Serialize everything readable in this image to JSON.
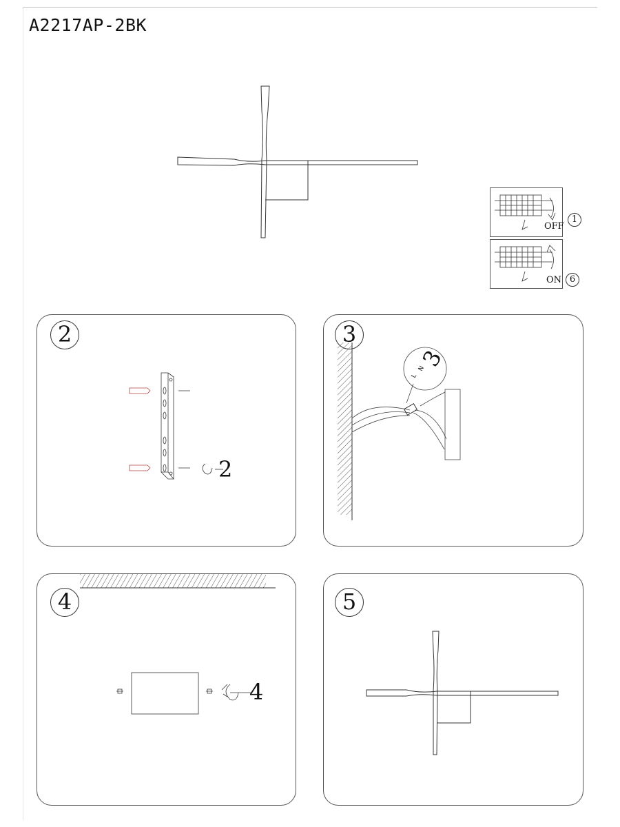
{
  "header": {
    "model": "A2217AP-2BK"
  },
  "breaker": {
    "off_label": "OFF",
    "on_label": "ON",
    "off_step": "1",
    "on_step": "6"
  },
  "steps": [
    {
      "number": "2",
      "callout": "2"
    },
    {
      "number": "3",
      "callout": "3"
    },
    {
      "number": "4",
      "callout": "4"
    },
    {
      "number": "5"
    }
  ],
  "wiring": {
    "terminal_l": "L",
    "terminal_n": "N"
  }
}
